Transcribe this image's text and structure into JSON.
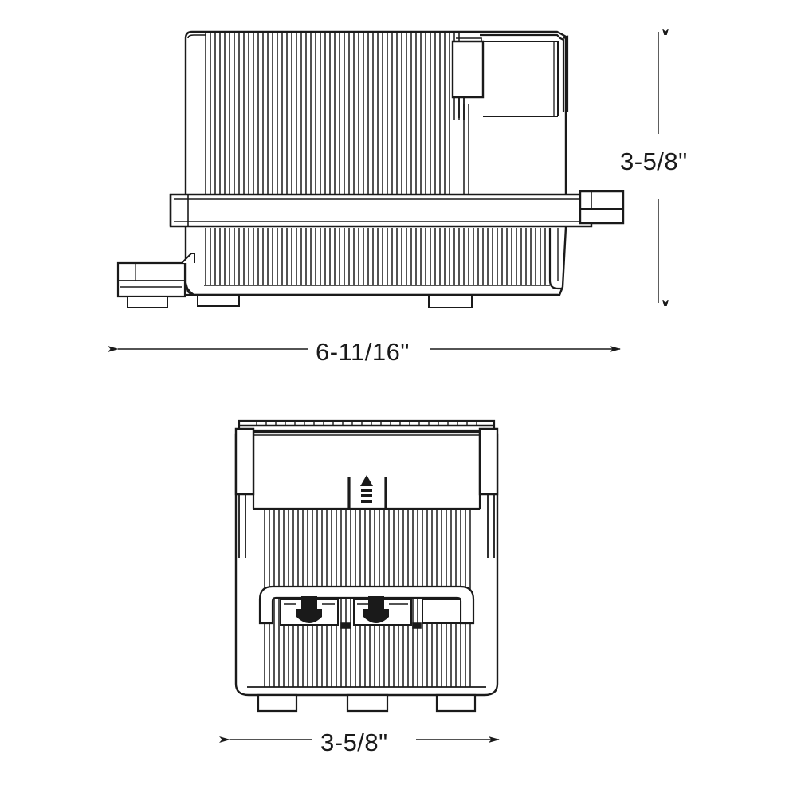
{
  "drawing": {
    "title": "Product Dimension Drawing",
    "type": "orthographic-technical-drawing",
    "background_color": "#ffffff",
    "line_color": "#1a1a1a",
    "text_color": "#1a1a1a",
    "units": "inches",
    "views": [
      {
        "name": "side-view",
        "position": "top",
        "description": "Side elevation of finned enclosure with mounting bracket and connector"
      },
      {
        "name": "front-view",
        "position": "bottom",
        "description": "Front elevation of finned enclosure with twin connector ports"
      }
    ]
  },
  "dimensions": {
    "height": {
      "label": "3-5/8\"",
      "orientation": "vertical",
      "view": "side-view",
      "value": 3.625
    },
    "width": {
      "label": "6-11/16\"",
      "orientation": "horizontal",
      "view": "side-view",
      "value": 6.6875
    },
    "depth": {
      "label": "3-5/8\"",
      "orientation": "horizontal",
      "view": "front-view",
      "value": 3.625
    }
  },
  "features": {
    "arrow_symbol": "up-arrow-marker",
    "fin_count_side_upper": 38,
    "fin_count_side_lower": 38,
    "fin_count_front": 34,
    "foot_count_front": 3,
    "foot_count_side": 3,
    "connector_port_count": 2
  }
}
